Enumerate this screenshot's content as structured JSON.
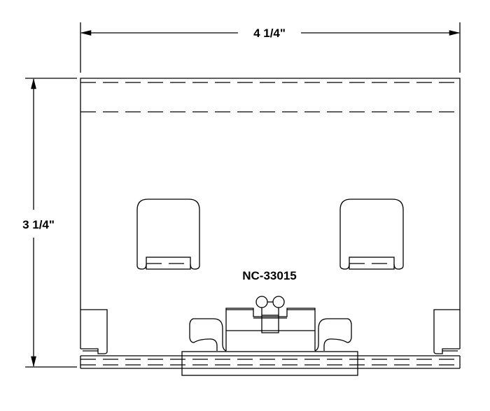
{
  "drawing": {
    "width_dimension": "4 1/4\"",
    "height_dimension": "3 1/4\"",
    "part_number": "NC-33015"
  }
}
